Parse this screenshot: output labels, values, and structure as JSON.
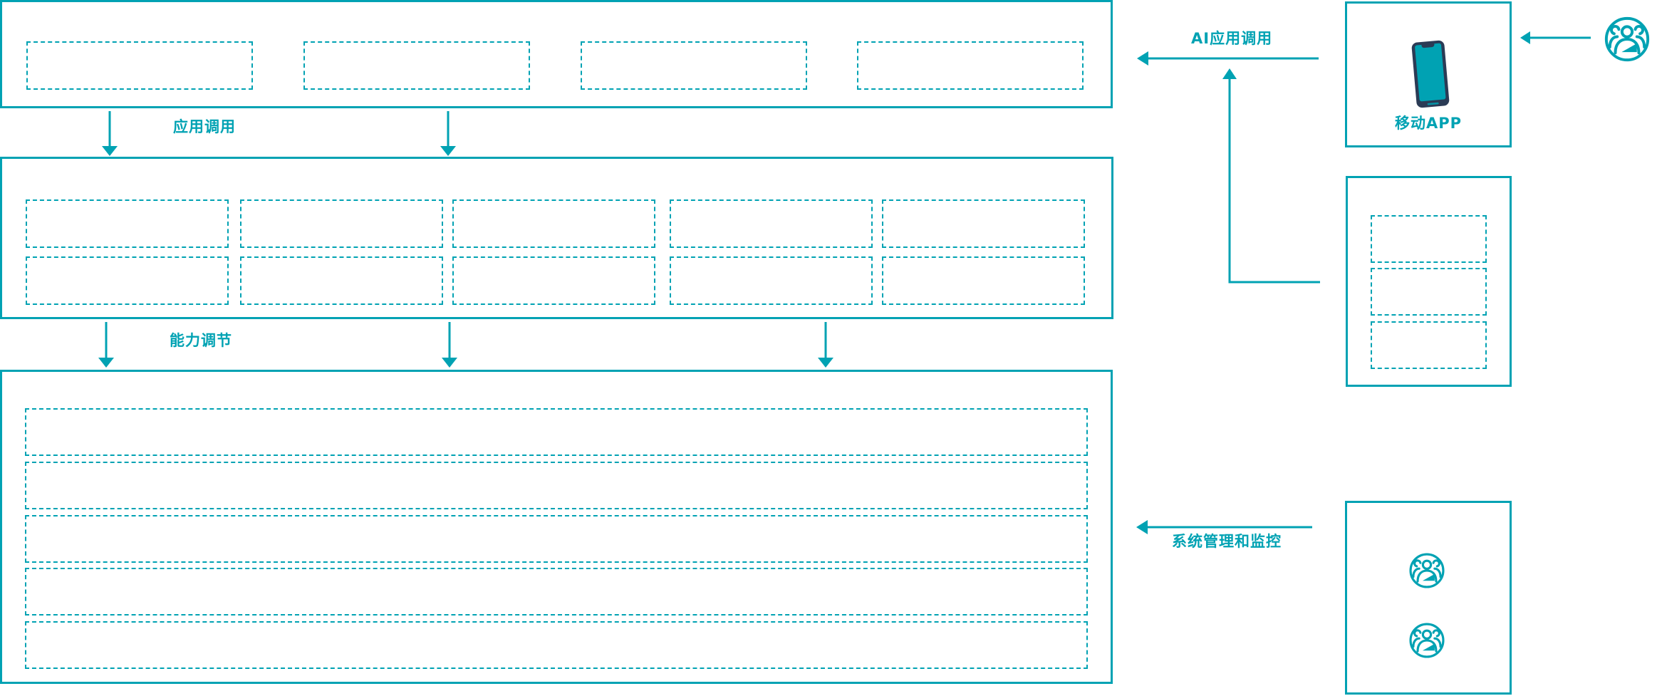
{
  "colors": {
    "teal": "#00A2B3",
    "navy": "#2B3B55"
  },
  "labels": {
    "app_call": "应用调用",
    "capability_adjust": "能力调节",
    "ai_app_call": "AI应用调用",
    "mobile_app": "移动APP",
    "system_monitor": "系统管理和监控"
  },
  "icons": {
    "phone": "phone-icon",
    "users": "users-icon"
  },
  "panels": {
    "top_placeholder_count": 4,
    "middle_rows": 2,
    "middle_cols": 5,
    "bottom_row_count": 5,
    "right_stack_placeholder_count": 3,
    "admin_user_icon_count": 2
  }
}
